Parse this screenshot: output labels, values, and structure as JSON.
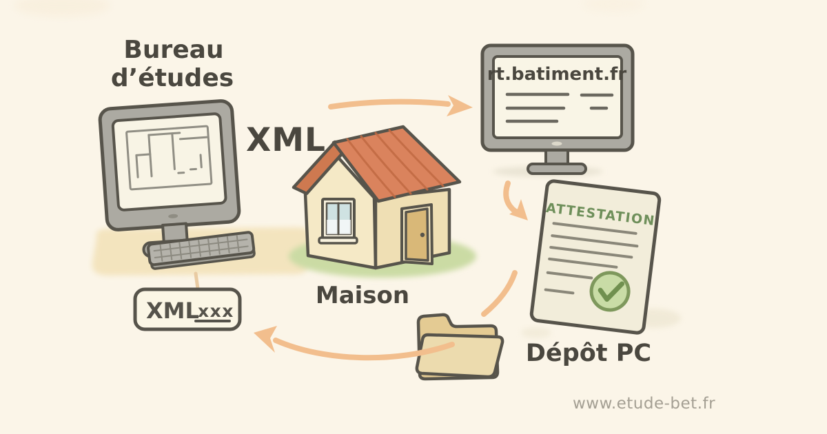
{
  "scene": {
    "background": "#FBF5E8",
    "ink": "#57544B",
    "arrow_color": "#F2BE8D",
    "green_accent": "#6E8F5A",
    "roof_color": "#DA835D",
    "wall_color": "#F5E9C6",
    "folder_color": "#ECDBAE",
    "grass_color": "#CBDBA4"
  },
  "nodes": {
    "bureau": {
      "line1": "Bureau",
      "line2": "d’études"
    },
    "xml_label": "XML",
    "site_monitor": {
      "url": "rt.batiment.fr"
    },
    "maison_label": "Maison",
    "attestation": {
      "title": "ATTESTATION"
    },
    "depot": {
      "label": "Dépôt PC"
    },
    "xml_file": {
      "name": "XML",
      "ext": "xxx"
    },
    "watermark": "www.etude-bet.fr"
  },
  "icons": {
    "bureau_computer": "desktop-computer-with-floor-plan",
    "keyboard": "keyboard",
    "house": "house",
    "site_monitor": "website-monitor",
    "attestation_doc": "certificate-document",
    "check_badge": "check-circle",
    "folder": "manila-folder",
    "xml_file_box": "xml-file-badge",
    "arrow_right": "arrow-right",
    "arrow_down": "arrow-down-curved",
    "arrow_left": "arrow-left-curved",
    "connector_lines": "hand-drawn-connector"
  }
}
